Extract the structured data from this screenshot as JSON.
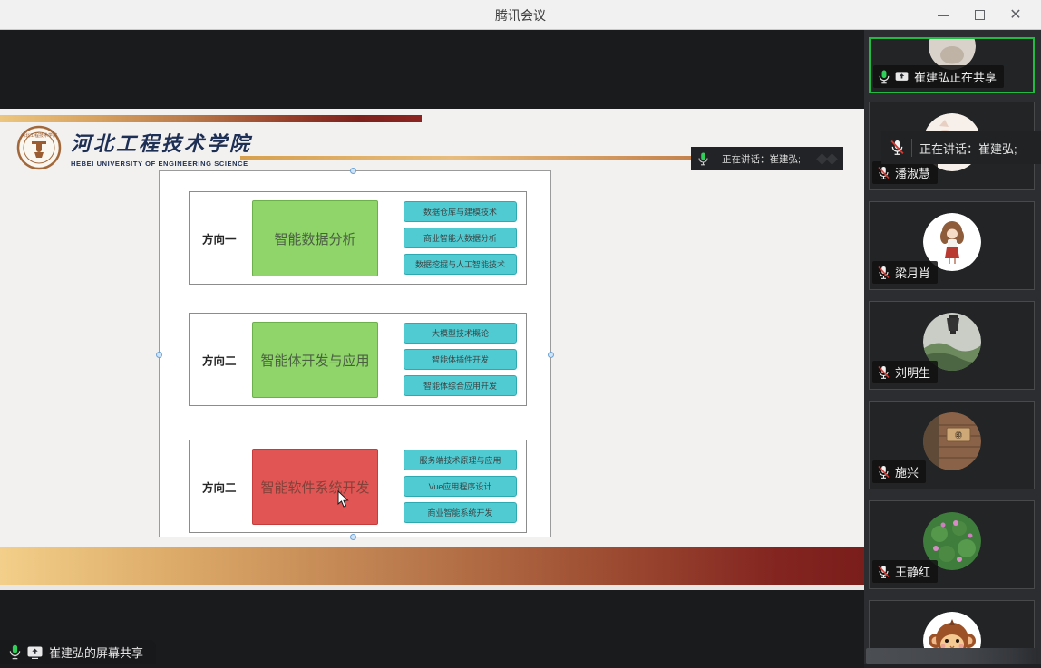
{
  "window": {
    "title": "腾讯会议"
  },
  "titlebar_icons": [
    "minimize-icon",
    "maximize-icon",
    "close-icon"
  ],
  "slide": {
    "university": {
      "name_cn": "河北工程技术学院",
      "name_en": "HEBEI UNIVERSITY OF ENGINEERING SCIENCE"
    },
    "speaking_banner": {
      "text": "正在讲话：崔建弘;"
    },
    "diagram": {
      "rows": [
        {
          "label": "方向一",
          "main": "智能数据分析",
          "main_color": "#8fd56a",
          "courses": [
            "数据仓库与建模技术",
            "商业智能大数据分析",
            "数据挖掘与人工智能技术"
          ]
        },
        {
          "label": "方向二",
          "main": "智能体开发与应用",
          "main_color": "#8fd56a",
          "courses": [
            "大模型技术概论",
            "智能体插件开发",
            "智能体综合应用开发"
          ]
        },
        {
          "label": "方向二",
          "main": "智能软件系统开发",
          "main_color": "#e15654",
          "courses": [
            "服务端技术原理与应用",
            "Vue应用程序设计",
            "商业智能系统开发"
          ]
        }
      ]
    }
  },
  "share_overlay": {
    "label": "崔建弘的屏幕共享"
  },
  "sidebar": {
    "speaking_toast": {
      "text": "正在讲话：崔建弘;"
    },
    "participants": [
      {
        "name": "崔建弘正在共享",
        "status": "sharing",
        "mic": "on"
      },
      {
        "name": "潘淑慧",
        "mic": "muted"
      },
      {
        "name": "梁月肖",
        "mic": "muted"
      },
      {
        "name": "刘明生",
        "mic": "muted"
      },
      {
        "name": "施兴",
        "mic": "muted"
      },
      {
        "name": "王静红",
        "mic": "muted"
      }
    ]
  },
  "colors": {
    "accent_green": "#21ba45",
    "box_green": "#8fd56a",
    "box_cyan": "#50cbd2",
    "box_red": "#e15654",
    "banner_gold": "#ecc67e",
    "banner_dark_red": "#7d211c"
  }
}
